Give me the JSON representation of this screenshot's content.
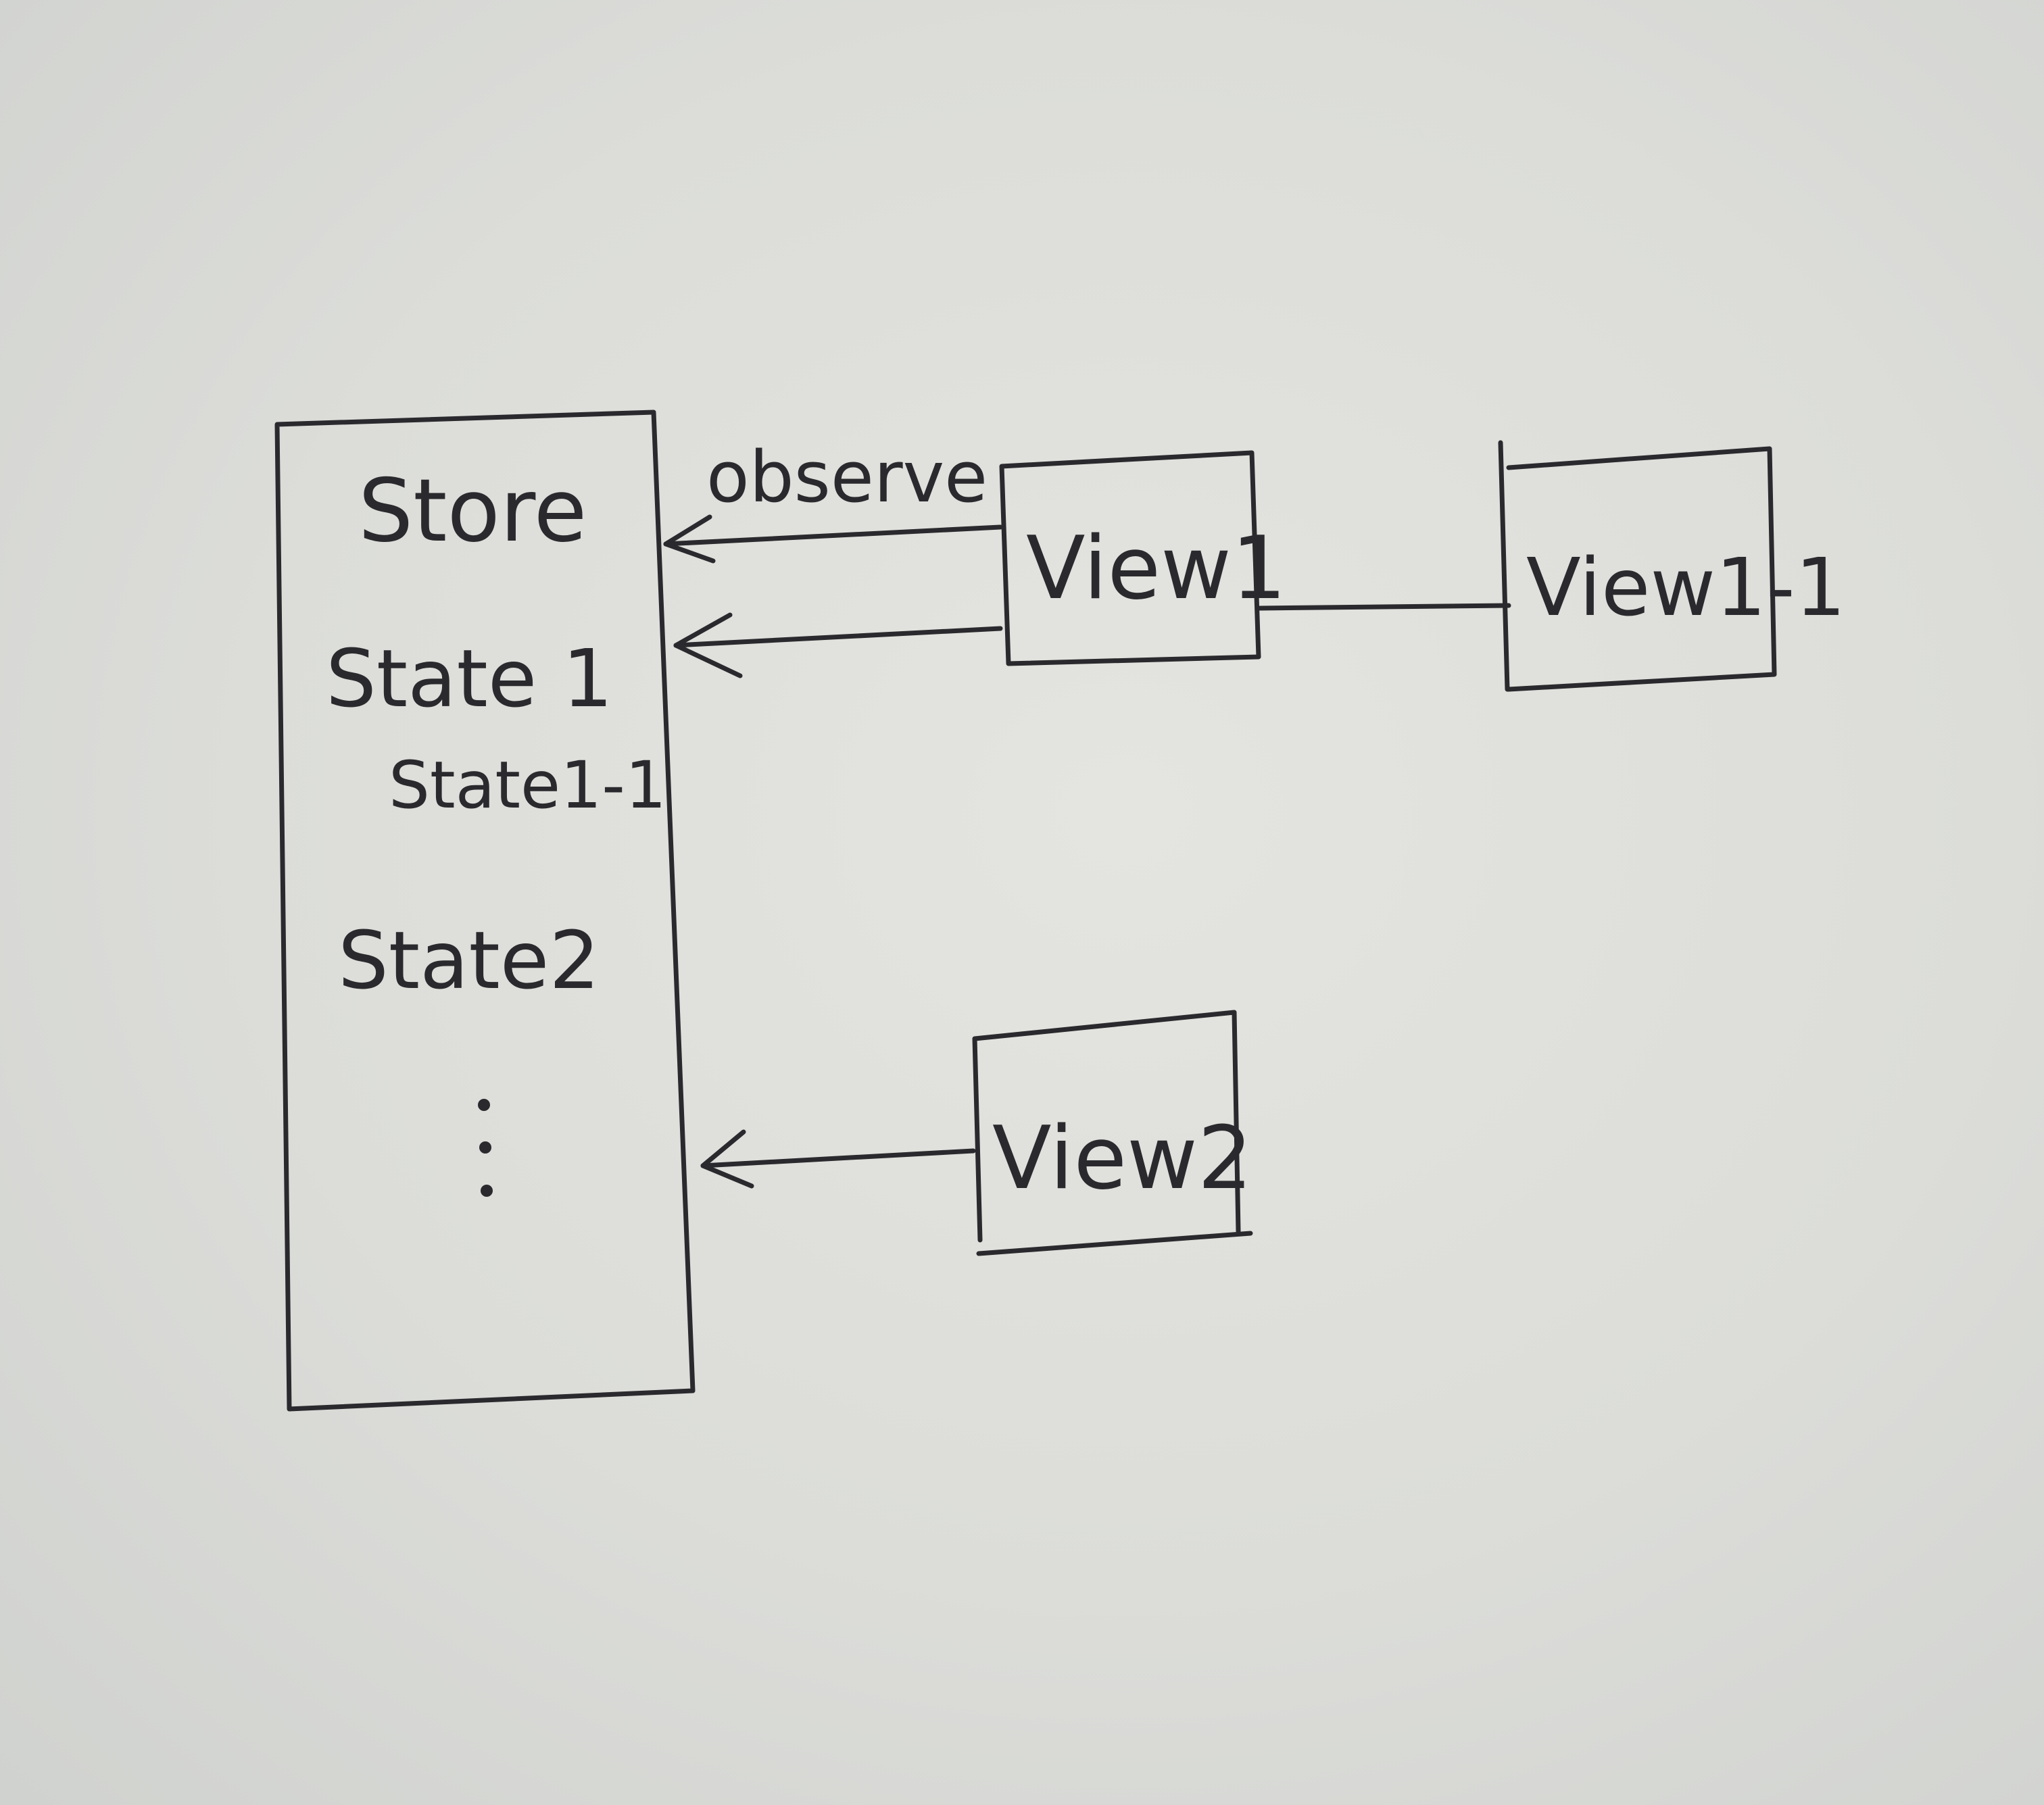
{
  "store": {
    "title": "Store",
    "states": [
      "State 1",
      "State1-1",
      "State2"
    ],
    "ellipsis": "⋮"
  },
  "edges": {
    "observe_label": "observe"
  },
  "views": {
    "view1": "View1",
    "view1_1": "View1-1",
    "view2": "View2"
  },
  "colors": {
    "ink": "#2a2a2e",
    "paper": "#dcddd9"
  }
}
